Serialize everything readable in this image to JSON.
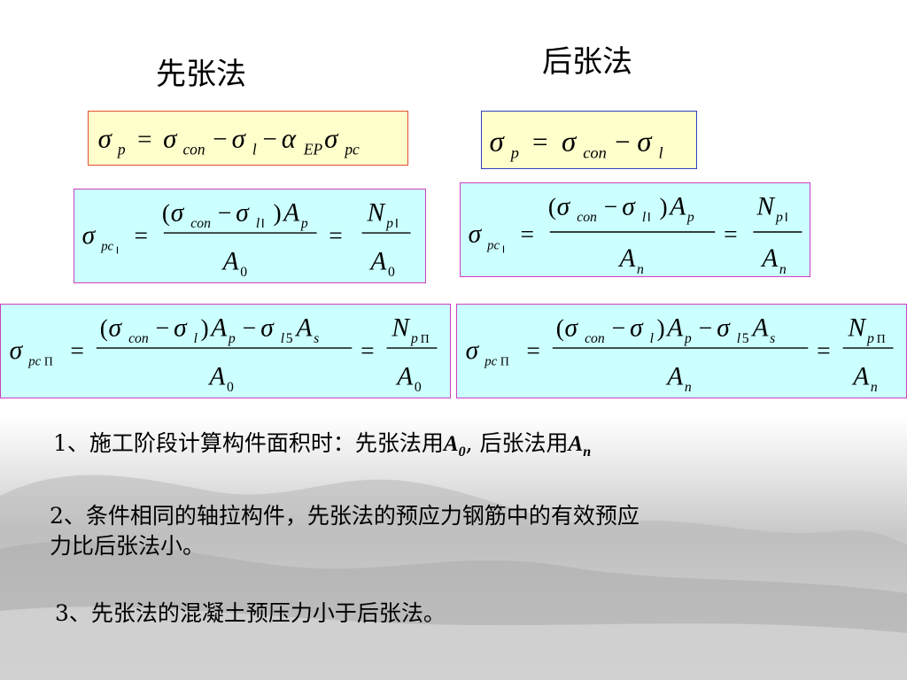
{
  "headings": {
    "pretension": "先张法",
    "posttension": "后张法"
  },
  "formulas": {
    "f1_pre": "σp = σcon − σl − αEPσpc",
    "f1_post": "σp = σcon − σl",
    "f2_pre": "σpcⅠ = (σcon − σlⅠ)Ap / A0 = NpⅠ / A0",
    "f2_post": "σpcⅠ = (σcon − σlⅠ)Ap / An = NpⅠ / An",
    "f3_pre": "σpcⅡ = ((σcon − σl)Ap − σl5As) / A0 = NpⅡ / A0",
    "f3_post": "σpcⅡ = ((σcon − σl)Ap − σl5As) / An = NpⅡ / An"
  },
  "notes": {
    "n1_text": "1、施工阶段计算构件面积时：先张法用",
    "n1_a0": "A",
    "n1_a0_sub": "0",
    "n1_mid": ", 后张法用",
    "n1_an": "A",
    "n1_an_sub": "n",
    "n2_line1": "2、条件相同的轴拉构件，先张法的预应力钢筋中的有效预应",
    "n2_line2": "力比后张法小。",
    "n3": "3、先张法的混凝土预压力小于后张法。"
  }
}
